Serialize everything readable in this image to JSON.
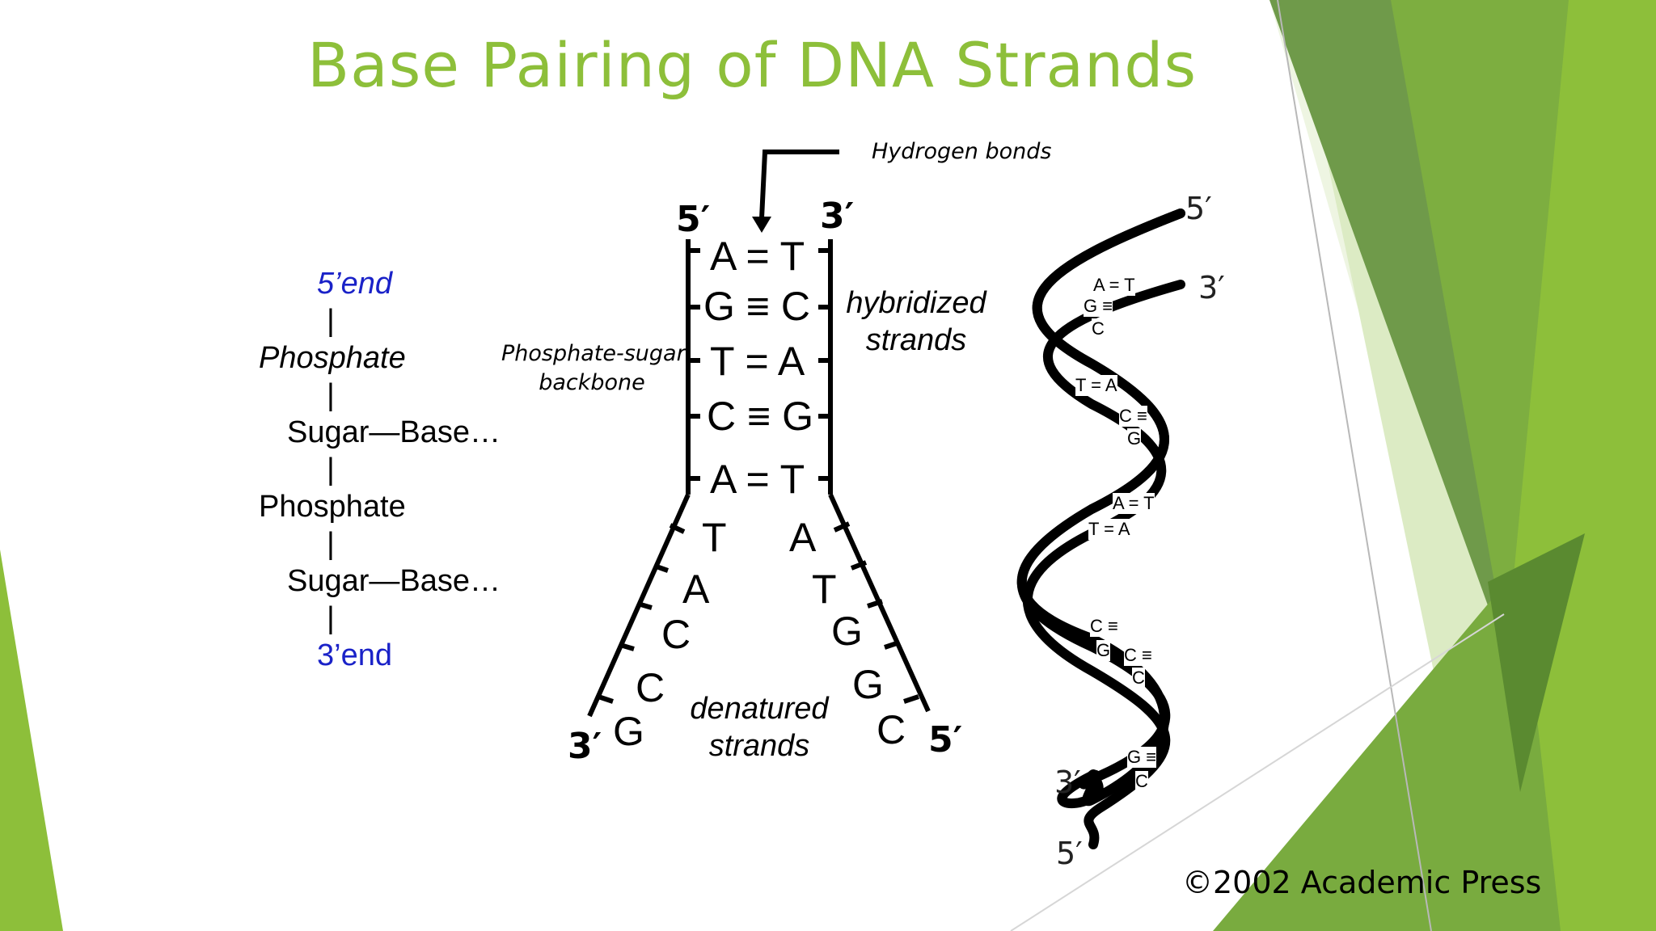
{
  "title": "Base Pairing of DNA Strands",
  "chain": [
    "5’end",
    "|",
    "Phosphate",
    "|",
    "Sugar—Base…",
    "|",
    "Phosphate",
    "|",
    "Sugar—Base…",
    "|",
    "3’end"
  ],
  "labels": {
    "hydrogen_bonds": "Hydrogen bonds",
    "backbone_1": "Phosphate-sugar",
    "backbone_2": "backbone",
    "hybridized_1": "hybridized",
    "hybridized_2": "strands",
    "denatured_1": "denatured",
    "denatured_2": "strands"
  },
  "ends": {
    "five": "5′",
    "three": "3′"
  },
  "pairs": [
    "A = T",
    "G ≡ C",
    "T = A",
    "C ≡ G",
    "A = T"
  ],
  "left_singles": [
    "T",
    "A",
    "C",
    "C",
    "G"
  ],
  "right_singles": [
    "A",
    "T",
    "G",
    "G",
    "C"
  ],
  "helix_pairs": [
    "A = T",
    "G ≡",
    "C",
    "T = A",
    "C ≡",
    "G",
    "A = T",
    "T = A",
    "C ≡",
    "G",
    "C ≡",
    "C",
    "G ≡",
    "C"
  ],
  "copyright": "©2002 Academic Press",
  "colors": {
    "accent_green": "#8dbf3a",
    "end_blue": "#1a22c8"
  }
}
